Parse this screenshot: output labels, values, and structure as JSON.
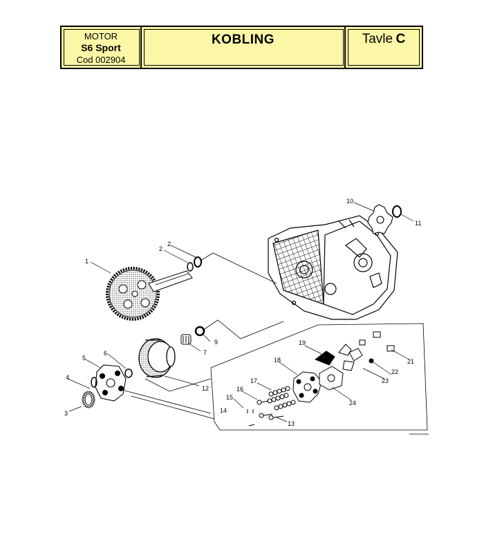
{
  "header": {
    "motor_label": "MOTOR",
    "model": "S6 Sport",
    "code": "Cod 002904",
    "title": "KOBLING",
    "table_word": "Tavle",
    "table_letter": "C"
  },
  "parts": {
    "p1": "1",
    "p2a": "2",
    "p2b": "2",
    "p3": "3",
    "p4": "4",
    "p5": "5",
    "p6": "6",
    "p7": "7",
    "p9": "9",
    "p10": "10",
    "p11": "11",
    "p12": "12",
    "p13": "13",
    "p14": "14",
    "p15": "15",
    "p16": "16",
    "p17": "17",
    "p18": "18",
    "p19": "19",
    "p21": "21",
    "p22": "22",
    "p23": "23",
    "p24": "24"
  }
}
